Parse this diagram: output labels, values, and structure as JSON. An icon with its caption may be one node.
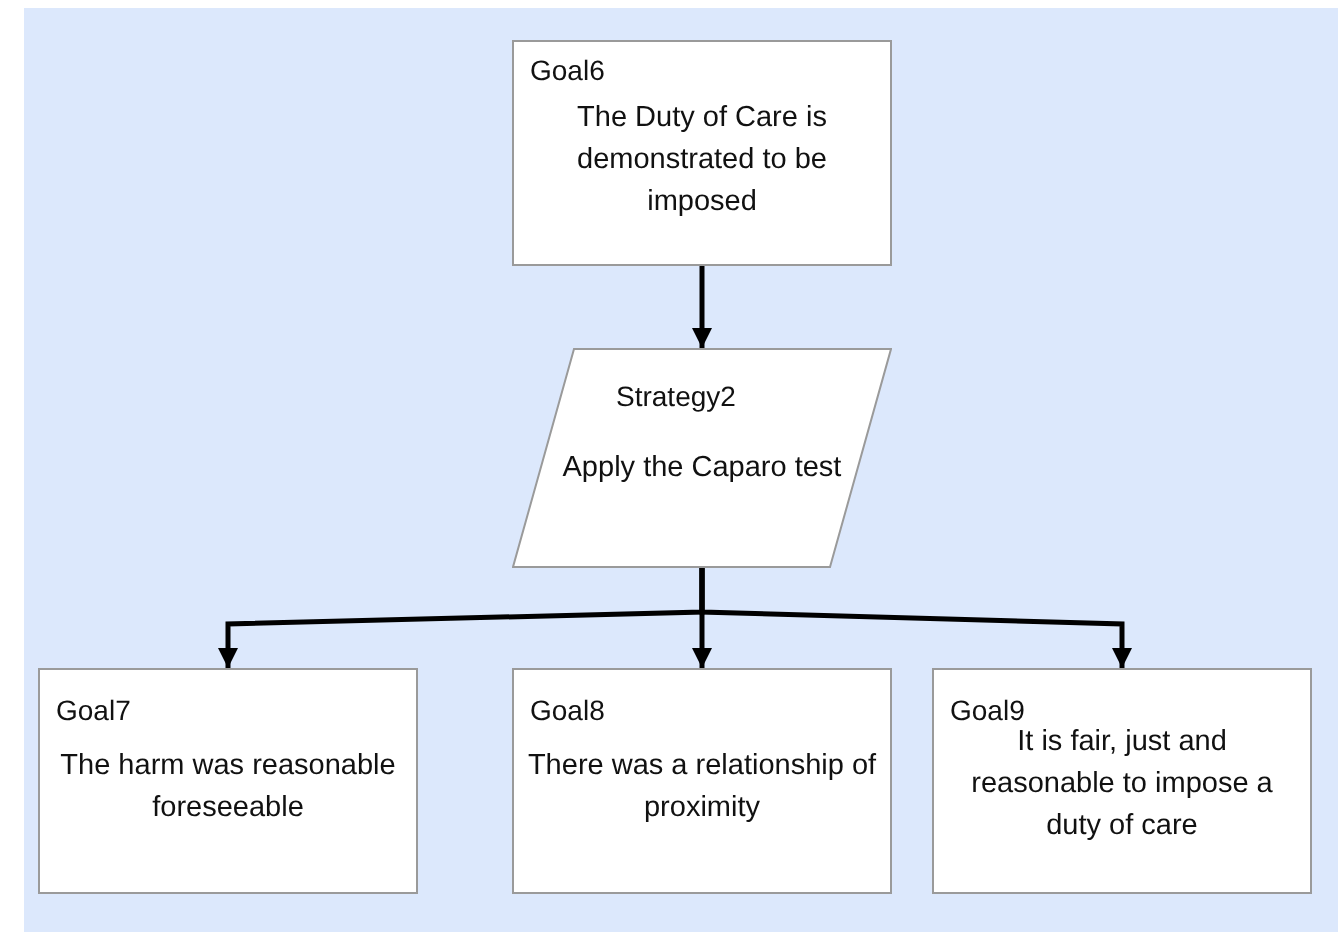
{
  "diagram": {
    "nodes": [
      {
        "text": [
          "Goal6",
          "The Duty of Care is demonstrated to be imposed"
        ]
      },
      {
        "text": [
          "Strategy2",
          "Apply the Caparo test"
        ]
      },
      {
        "text": [
          "Goal7",
          "The harm was reasonable foreseeable"
        ]
      },
      {
        "text": [
          "Goal8",
          "There was a relationship of proximity"
        ]
      },
      {
        "text": [
          "Goal9",
          "It is fair, just and reasonable to impose a duty of care"
        ]
      }
    ],
    "edges": [
      {
        "from": 0,
        "to": 1,
        "arrow": "to"
      },
      {
        "from": 1,
        "to": 2,
        "arrow": "to"
      },
      {
        "from": 1,
        "to": 3,
        "arrow": "to"
      },
      {
        "from": 1,
        "to": 4,
        "arrow": "to"
      }
    ]
  }
}
